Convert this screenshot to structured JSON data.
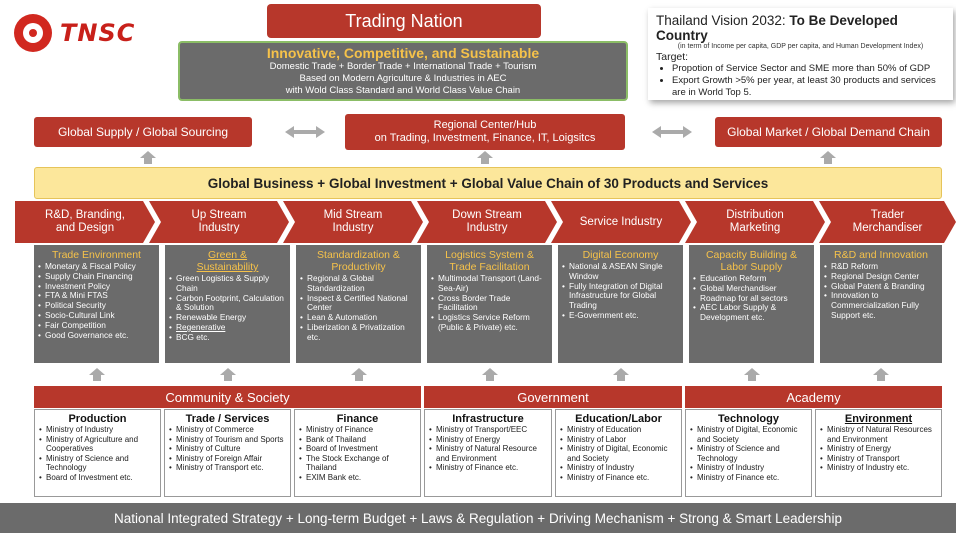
{
  "logo": {
    "text": "TNSC"
  },
  "top": {
    "title": "Trading Nation",
    "innov_heading": "Innovative, Competitive, and Sustainable",
    "innov_lines": [
      "Domestic Trade + Border Trade + International Trade + Tourism",
      "Based on Modern Agriculture & Industries in AEC",
      "with Wold Class Standard and World Class Value Chain"
    ]
  },
  "vision": {
    "title_prefix": "Thailand Vision 2032: ",
    "title_bold": "To Be Developed Country",
    "subtitle": "(in term of Income per capita, GDP per capita, and Human Development Index)",
    "target_label": "Target:",
    "targets": [
      "Propotion of Service Sector and SME more than 50% of GDP",
      "Export Growth >5% per year, at least 30 products and services are in World Top 5."
    ]
  },
  "row2": {
    "supply": "Global Supply / Global Sourcing",
    "hub_line1": "Regional Center/Hub",
    "hub_line2": "on Trading, Investment, Finance, IT, Loigsitcs",
    "market": "Global Market / Global Demand Chain"
  },
  "banner": "Global Business + Global Investment + Global Value Chain of 30 Products and Services",
  "chevrons": [
    {
      "l1": "R&D, Branding,",
      "l2": "and Design"
    },
    {
      "l1": "Up Stream",
      "l2": "Industry"
    },
    {
      "l1": "Mid Stream",
      "l2": "Industry"
    },
    {
      "l1": "Down Stream",
      "l2": "Industry"
    },
    {
      "l1": "Service Industry",
      "l2": ""
    },
    {
      "l1": "Distribution",
      "l2": "Marketing"
    },
    {
      "l1": "Trader",
      "l2": "Merchandiser"
    }
  ],
  "columns": [
    {
      "h1": "Trade Environment",
      "h2": "",
      "items": [
        "Monetary & Fiscal Policy",
        "Supply Chain Financing",
        "Investment Policy",
        "FTA & Mini FTAS",
        "Political Security",
        "Socio-Cultural Link",
        "Fair Competition",
        "Good Governance etc."
      ]
    },
    {
      "h1": "Green &",
      "h2": "Sustainability",
      "items": [
        "Green Logistics & Supply Chain",
        "Carbon Footprint, Calculation & Solution",
        "Renewable Energy",
        "Regenerative",
        "BCG etc."
      ]
    },
    {
      "h1": "Standardization &",
      "h2": "Productivity",
      "items": [
        "Regional & Global Standardization",
        "Inspect & Certified National Center",
        "Lean & Automation",
        "Liberization & Privatization etc."
      ]
    },
    {
      "h1": "Logistics System &",
      "h2": "Trade Facilitation",
      "items": [
        "Multimodal Transport (Land-Sea-Air)",
        "Cross Border Trade Facilitation",
        "Logistics Service Reform (Public & Private) etc."
      ]
    },
    {
      "h1": "Digital Economy",
      "h2": "",
      "items": [
        "National & ASEAN Single Window",
        "Fully Integration of Digital Infrastructure for Global Trading",
        "E-Government etc."
      ]
    },
    {
      "h1": "Capacity Building &",
      "h2": "Labor Supply",
      "items": [
        "Education Reform",
        "Global Merchandiser Roadmap for all sectors",
        "AEC Labor Supply & Development etc."
      ]
    },
    {
      "h1": "R&D and Innovation",
      "h2": "",
      "items": [
        "R&D Reform",
        "Regional Design Center",
        "Global Patent & Branding",
        "Innovation to Commercialization Fully Support etc."
      ]
    }
  ],
  "groups": {
    "community": "Community & Society",
    "government": "Government",
    "academy": "Academy"
  },
  "bottom": [
    {
      "title": "Production",
      "items": [
        "Ministry of Industry",
        "Ministry of Agriculture and Cooperatives",
        "Ministry of Science and Technology",
        "Board of Investment etc."
      ]
    },
    {
      "title": "Trade / Services",
      "items": [
        "Ministry of Commerce",
        "Ministry of Tourism and Sports",
        "Ministry of Culture",
        "Ministry of Foreign Affair",
        "Ministry of Transport etc."
      ]
    },
    {
      "title": "Finance",
      "items": [
        "Ministry of Finance",
        "Bank of Thailand",
        "Board of Investment",
        "The Stock Exchange of Thailand",
        "EXIM Bank etc."
      ]
    },
    {
      "title": "Infrastructure",
      "items": [
        "Ministry of Transport/EEC",
        "Ministry of Energy",
        "Ministry of Natural Resource and Environment",
        "Ministry of Finance etc."
      ]
    },
    {
      "title": "Education/Labor",
      "items": [
        "Ministry of Education",
        "Ministry of Labor",
        "Ministry of Digital, Economic and Society",
        "Ministry of Industry",
        "Ministry of Finance etc."
      ]
    },
    {
      "title": "Technology",
      "items": [
        "Ministry of Digital, Economic and Society",
        "Ministry of Science and Technology",
        "Ministry of Industry",
        "Ministry of Finance etc."
      ]
    },
    {
      "title": "Environment",
      "items": [
        "Ministry of Natural Resources and Environment",
        "Ministry of Energy",
        "Ministry of Transport",
        "Ministry of Industry etc."
      ]
    }
  ],
  "footer": "National Integrated Strategy + Long-term Budget + Laws & Regulation + Driving Mechanism + Strong & Smart Leadership"
}
